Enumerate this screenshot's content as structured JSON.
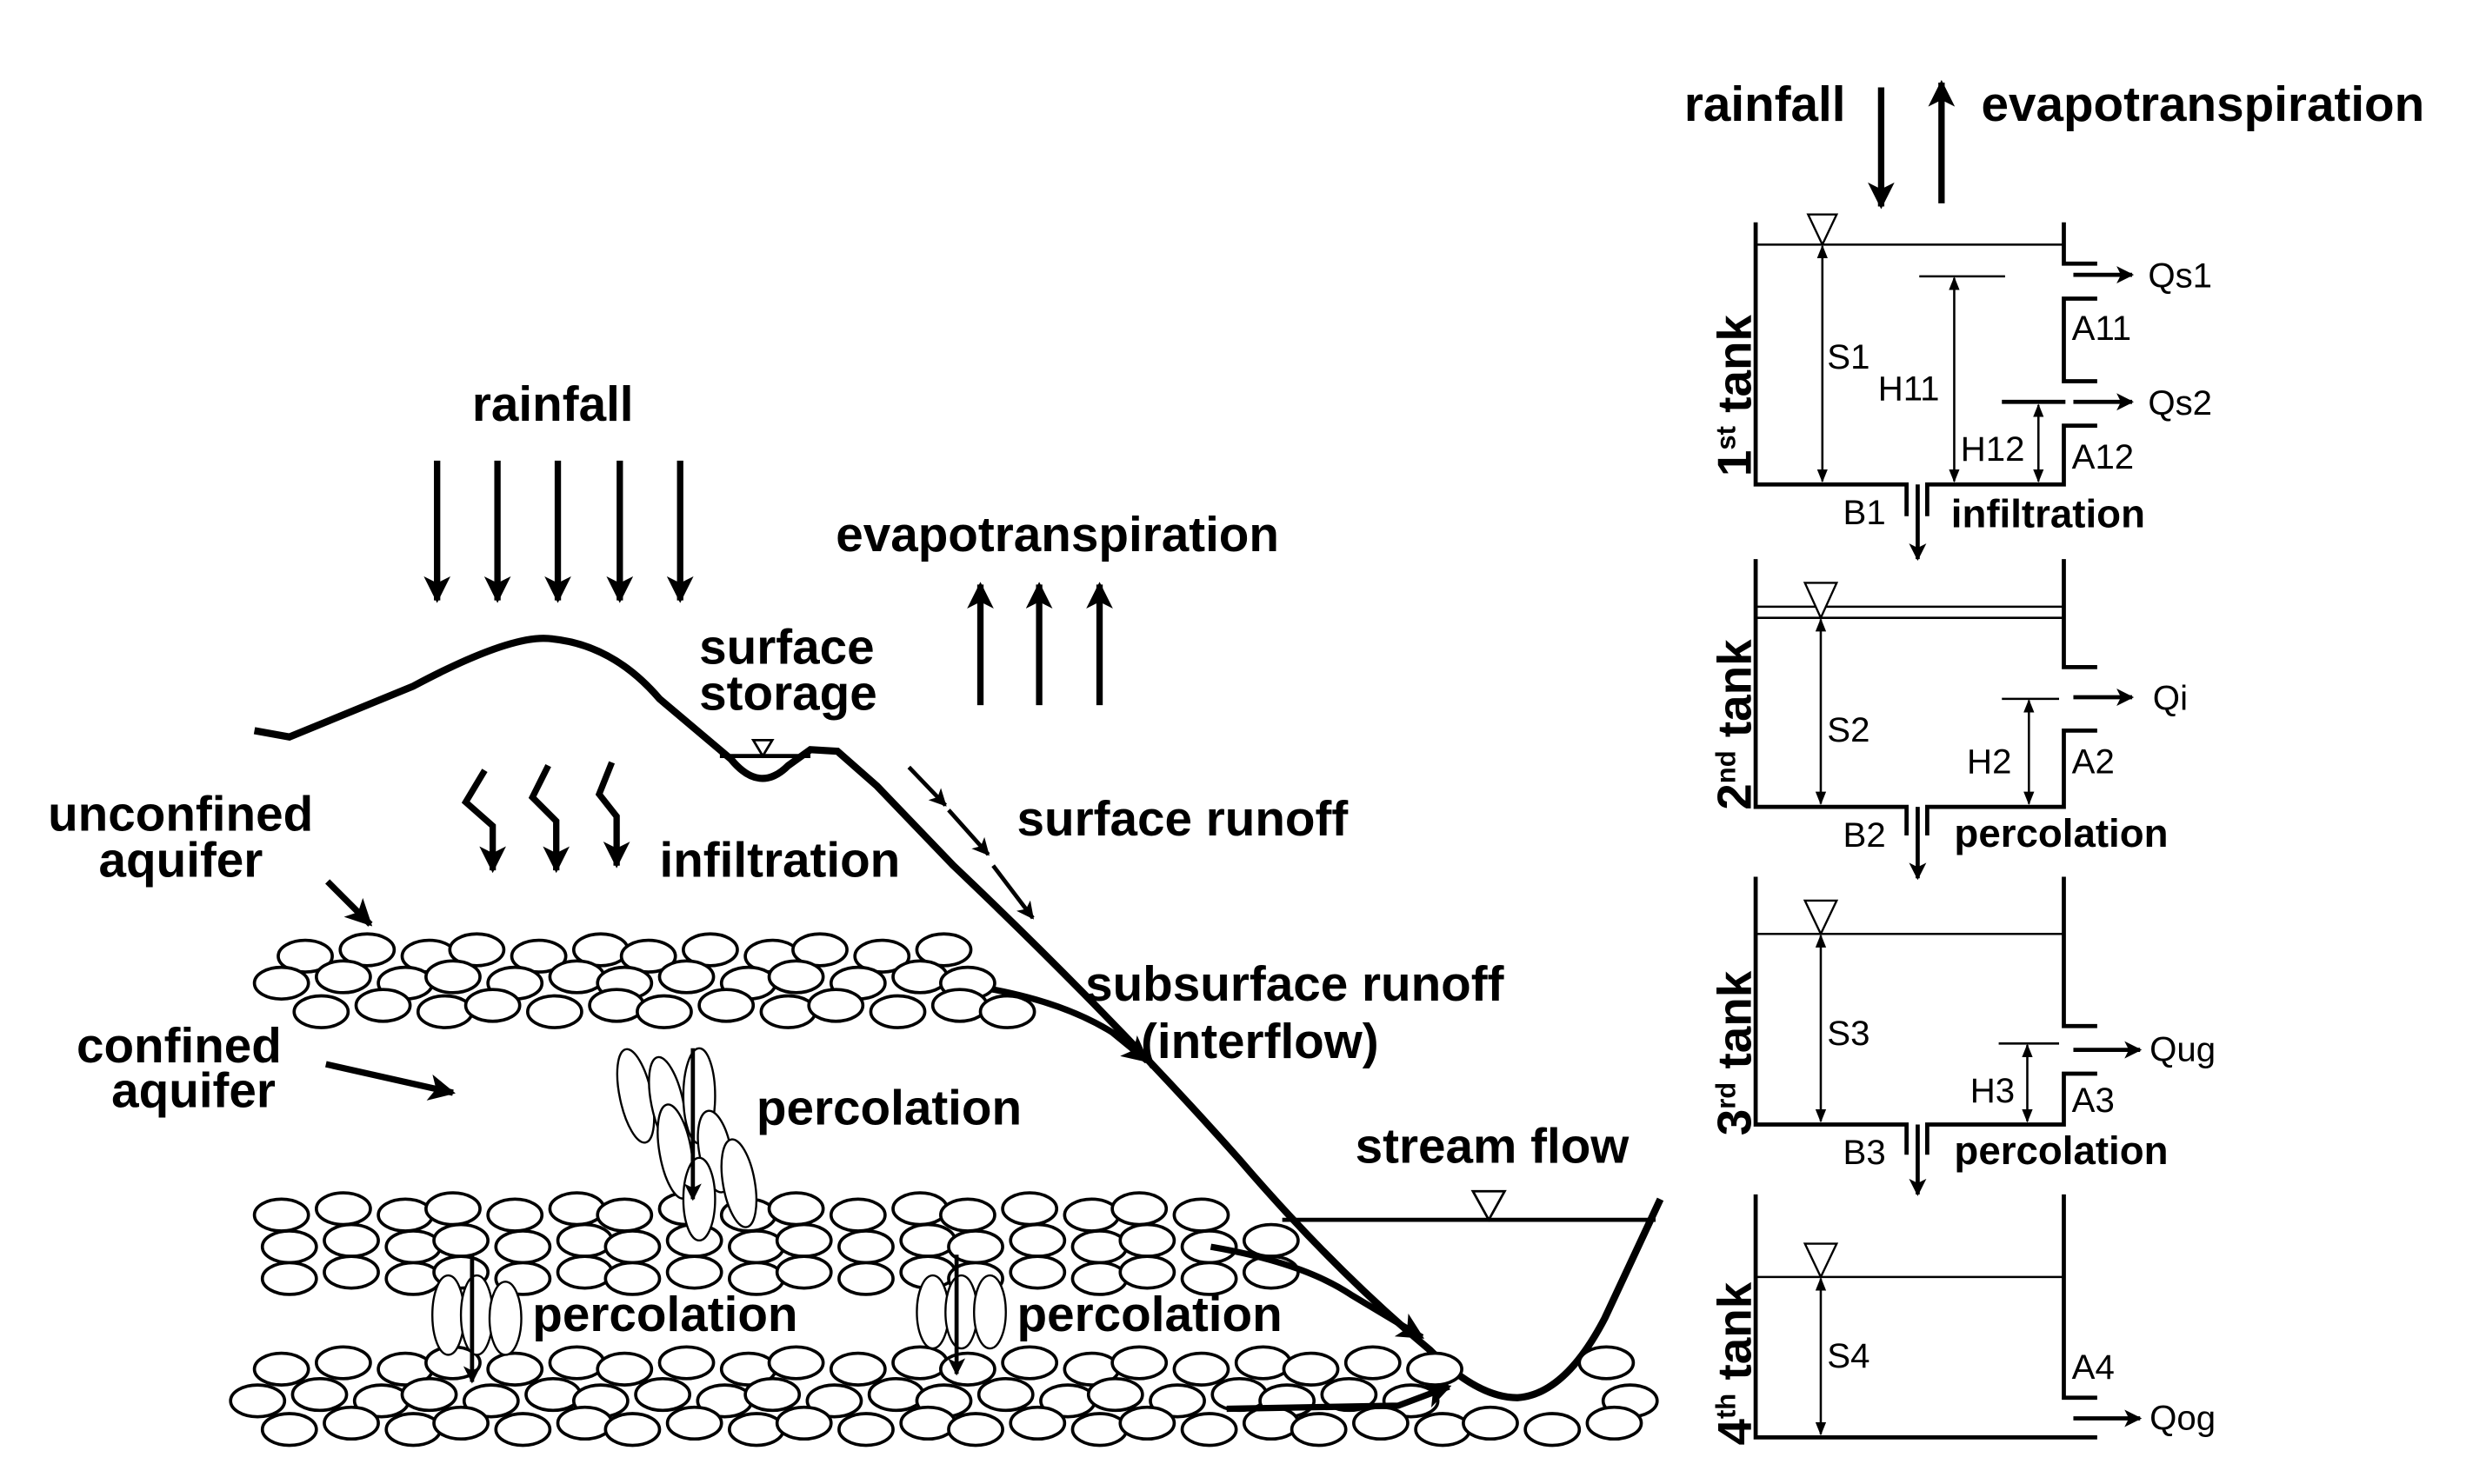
{
  "left_diagram": {
    "rainfall": "rainfall",
    "evapotranspiration": "evapotranspiration",
    "surface_storage": [
      "surface",
      "storage"
    ],
    "unconfined_aquifer": [
      "unconfined",
      "aquifer"
    ],
    "infiltration": "infiltration",
    "surface_runoff": "surface runoff",
    "subsurface_runoff": [
      "subsurface runoff",
      "(interflow)"
    ],
    "confined_aquifer": [
      "confined",
      "aquifer"
    ],
    "percolation_upper": "percolation",
    "percolation_lower_left": "percolation",
    "percolation_lower_right": "percolation",
    "stream_flow": "stream flow"
  },
  "tank_model": {
    "rainfall": "rainfall",
    "evapotranspiration": "evapotranspiration",
    "tanks": [
      {
        "ordinal": "1",
        "suffix": "st",
        "label": "tank",
        "storage": "S1",
        "bottom": "B1",
        "bottom_flow": "infiltration",
        "outlets": [
          {
            "height": "H11",
            "coef": "A11",
            "flow": "Qs1"
          },
          {
            "height": "H12",
            "coef": "A12",
            "flow": "Qs2"
          }
        ]
      },
      {
        "ordinal": "2",
        "suffix": "nd",
        "label": "tank",
        "storage": "S2",
        "bottom": "B2",
        "bottom_flow": "percolation",
        "outlets": [
          {
            "height": "H2",
            "coef": "A2",
            "flow": "Qi"
          }
        ]
      },
      {
        "ordinal": "3",
        "suffix": "rd",
        "label": "tank",
        "storage": "S3",
        "bottom": "B3",
        "bottom_flow": "percolation",
        "outlets": [
          {
            "height": "H3",
            "coef": "A3",
            "flow": "Qug"
          }
        ]
      },
      {
        "ordinal": "4",
        "suffix": "th",
        "label": "tank",
        "storage": "S4",
        "outlets": [
          {
            "coef": "A4",
            "flow": "Qog"
          }
        ]
      }
    ]
  }
}
